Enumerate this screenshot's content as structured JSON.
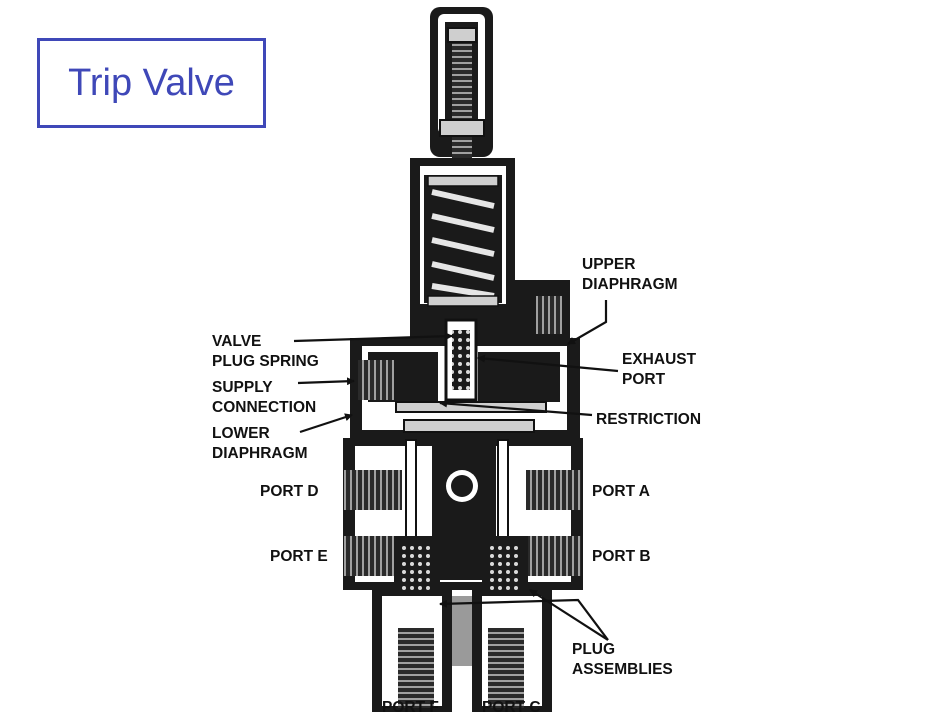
{
  "title": "Trip Valve",
  "colors": {
    "title_accent": "#3f48b8",
    "body_fill": "#ffffff",
    "section_fill": "#1a1a1a",
    "cavity_fill": "#9a9a9a",
    "label_color": "#111111"
  },
  "labels": {
    "upper_diaphragm": [
      "UPPER",
      "DIAPHRAGM"
    ],
    "valve_plug_spring": [
      "VALVE",
      "PLUG SPRING"
    ],
    "exhaust_port": [
      "EXHAUST",
      "PORT"
    ],
    "supply_connection": [
      "SUPPLY",
      "CONNECTION"
    ],
    "restriction": "RESTRICTION",
    "lower_diaphragm": [
      "LOWER",
      "DIAPHRAGM"
    ],
    "port_d": "PORT D",
    "port_a": "PORT A",
    "port_e": "PORT E",
    "port_b": "PORT B",
    "plug_assemblies": [
      "PLUG",
      "ASSEMBLIES"
    ],
    "port_f": "PORT F",
    "port_c": "PORT C"
  }
}
